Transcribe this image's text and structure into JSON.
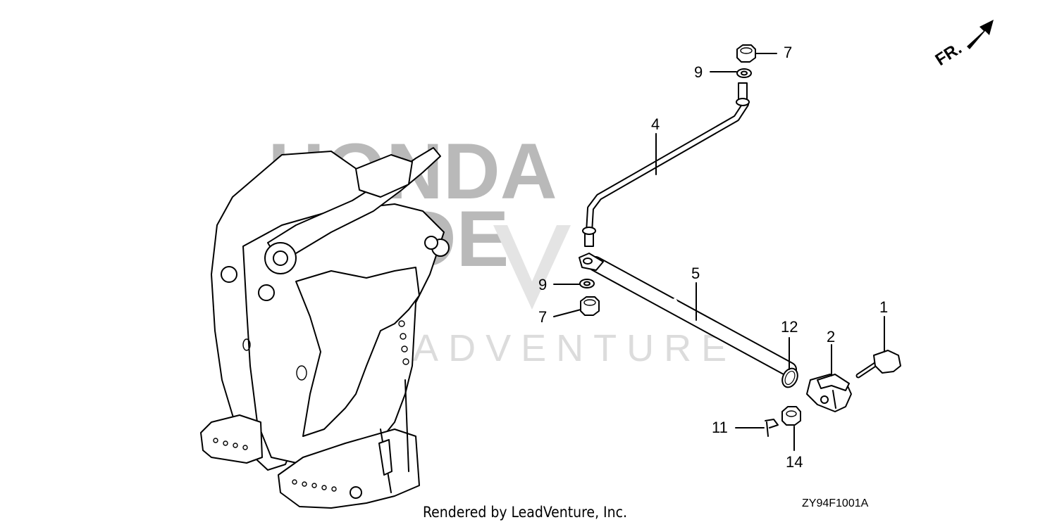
{
  "watermark": {
    "brand_top": "HONDA",
    "brand_bottom": "PRIDE",
    "company": "LEADVENTURE"
  },
  "direction_indicator": "FR.",
  "diagram_code": "ZY94F1001A",
  "credit": "Rendered by LeadVenture, Inc.",
  "callouts": [
    {
      "id": "c7a",
      "label": "7"
    },
    {
      "id": "c9a",
      "label": "9"
    },
    {
      "id": "c4",
      "label": "4"
    },
    {
      "id": "c5",
      "label": "5"
    },
    {
      "id": "c9b",
      "label": "9"
    },
    {
      "id": "c7b",
      "label": "7"
    },
    {
      "id": "c1",
      "label": "1"
    },
    {
      "id": "c12",
      "label": "12"
    },
    {
      "id": "c2",
      "label": "2"
    },
    {
      "id": "c11",
      "label": "11"
    },
    {
      "id": "c14",
      "label": "14"
    }
  ]
}
